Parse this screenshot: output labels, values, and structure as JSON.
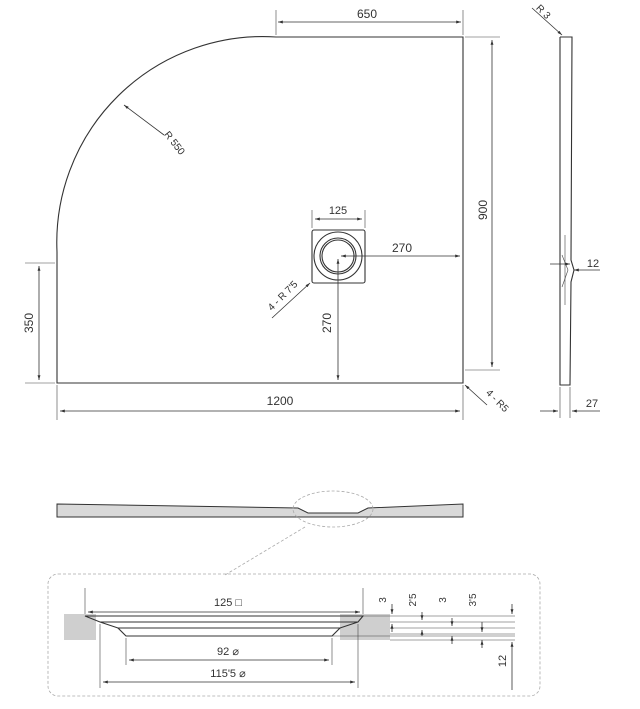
{
  "top_view": {
    "dims": {
      "width_top": "650",
      "height_right": "900",
      "radius": "R 550",
      "side_left": "350",
      "width_bottom": "1200",
      "drain_size": "125",
      "drain_h": "270",
      "drain_v": "270",
      "corner_radius_drain": "4 - R 7'5",
      "corner_radius_tray": "4 - R5"
    }
  },
  "side_view": {
    "dims": {
      "top_radius": "R 3",
      "drain_depth": "12",
      "thickness": "27"
    }
  },
  "detail": {
    "dims": {
      "grate": "125 □",
      "inner_diameter": "92 ⌀",
      "outer_diameter": "115'5 ⌀",
      "d3a": "3",
      "d2_5": "2'5",
      "d3b": "3",
      "d3_5": "3'5",
      "d12": "12"
    }
  },
  "colors": {
    "line": "#333333",
    "gray_fill": "#cfcfcf",
    "dashed": "#aaaaaa"
  }
}
